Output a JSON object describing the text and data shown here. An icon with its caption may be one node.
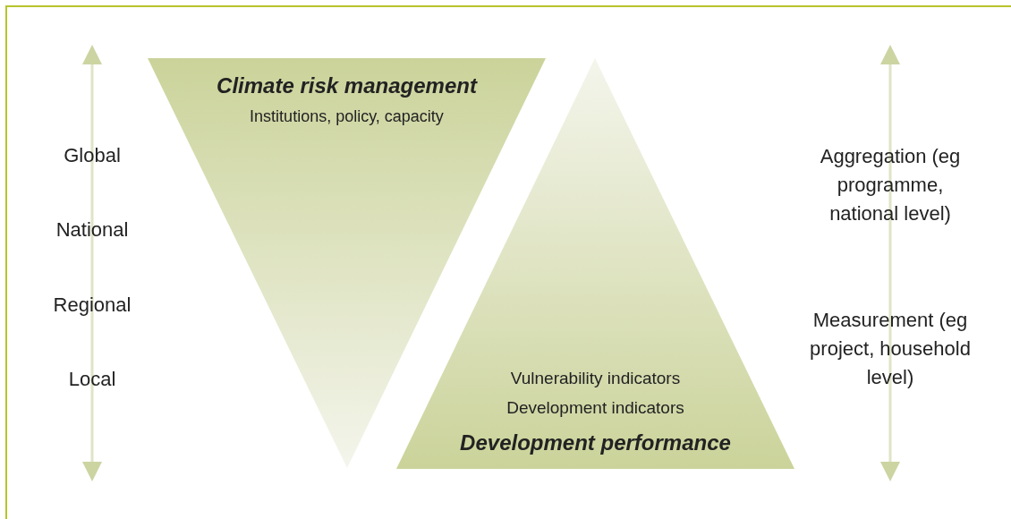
{
  "diagram": {
    "nodes": [
      {
        "text": [
          "Climate risk management",
          "Institutions, policy, capacity"
        ]
      },
      {
        "text": [
          "Vulnerability indicators",
          "Development indicators",
          "Development performance"
        ]
      }
    ],
    "labels": [
      "Global",
      "National",
      "Regional",
      "Local",
      "Aggregation (eg programme, national level)",
      "Measurement (eg project, household level)"
    ]
  }
}
